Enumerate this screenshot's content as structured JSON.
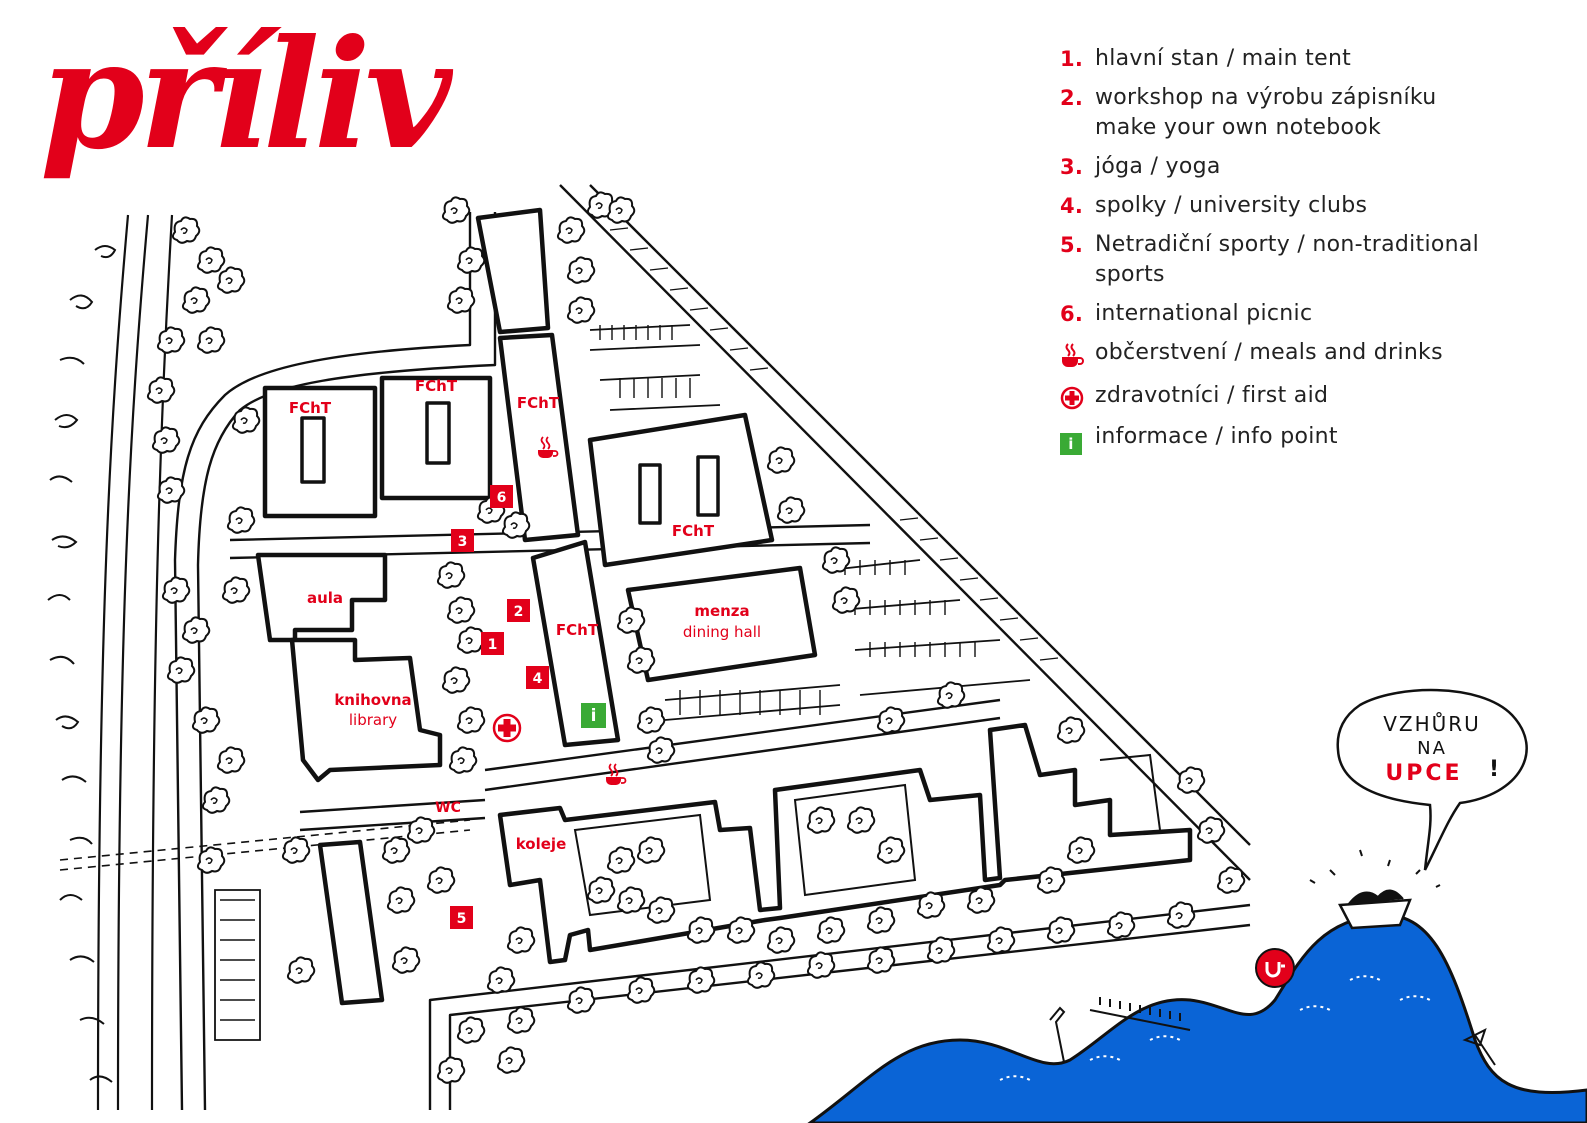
{
  "logo": {
    "text": "příliv",
    "color": "#e2001a"
  },
  "legend": [
    {
      "marker": "1.",
      "text": "hlavní stan / main tent",
      "line2": ""
    },
    {
      "marker": "2.",
      "text": "workshop na výrobu zápisníku",
      "line2": "make your own notebook"
    },
    {
      "marker": "3.",
      "text": "jóga / yoga",
      "line2": ""
    },
    {
      "marker": "4.",
      "text": "spolky / university clubs",
      "line2": ""
    },
    {
      "marker": "5.",
      "text": "Netradiční sporty / non-traditional",
      "line2": "sports"
    },
    {
      "marker": "6.",
      "text": "international picnic",
      "line2": ""
    },
    {
      "marker": "cup-icon",
      "text": "občerstvení / meals and drinks",
      "line2": ""
    },
    {
      "marker": "first-aid-icon",
      "text": "zdravotníci / first aid",
      "line2": ""
    },
    {
      "marker": "info-icon",
      "text": "informace / info point",
      "line2": ""
    }
  ],
  "info_glyph": "i",
  "map": {
    "buildings": {
      "fcht_1": "FChT",
      "fcht_2": "FChT",
      "fcht_3": "FChT",
      "fcht_4": "FChT",
      "fcht_5": "FChT",
      "aula": "aula",
      "knihovna": "knihovna",
      "library": "library",
      "menza": "menza",
      "dining_hall": "dining hall",
      "koleje": "koleje",
      "wc": "WC"
    },
    "markers": [
      "1",
      "2",
      "3",
      "4",
      "5",
      "6"
    ],
    "info_glyph": "i"
  },
  "bubble": {
    "line1": "VZHŮRU",
    "line2": "NA",
    "line3": "UPCE",
    "exclaim": "!"
  },
  "colors": {
    "accent_red": "#e2001a",
    "info_green": "#3aaa35",
    "hill_blue": "#0a64d6",
    "ink": "#111111"
  }
}
